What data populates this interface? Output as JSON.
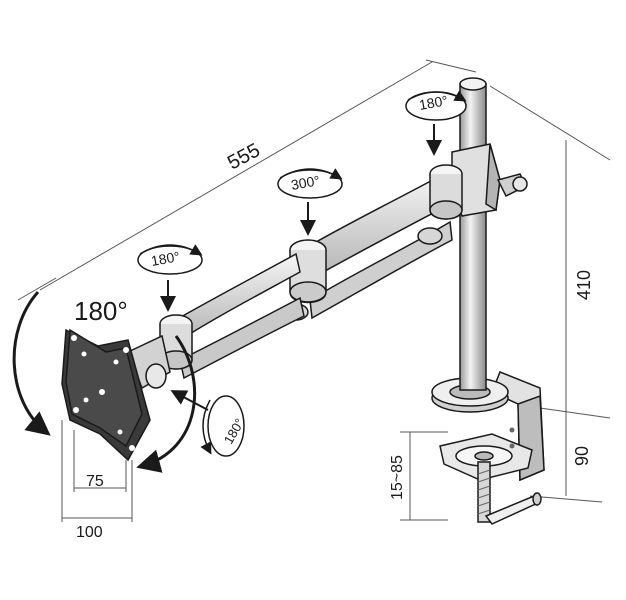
{
  "dimensions": {
    "total_length": "555",
    "pole_height": "410",
    "clamp_height": "90",
    "clamp_range": "15~85",
    "vesa_small": "75",
    "vesa_large": "100"
  },
  "rotations": {
    "pole_top": "180°",
    "middle_joint": "300°",
    "arm_joint": "180°",
    "monitor_rotation": "180°",
    "monitor_tilt": "180°"
  },
  "colors": {
    "line": "#1a1a1a",
    "metal_light": "#f3f3f3",
    "metal_mid": "#d9d9d9",
    "metal_dark": "#9a9a9a"
  }
}
